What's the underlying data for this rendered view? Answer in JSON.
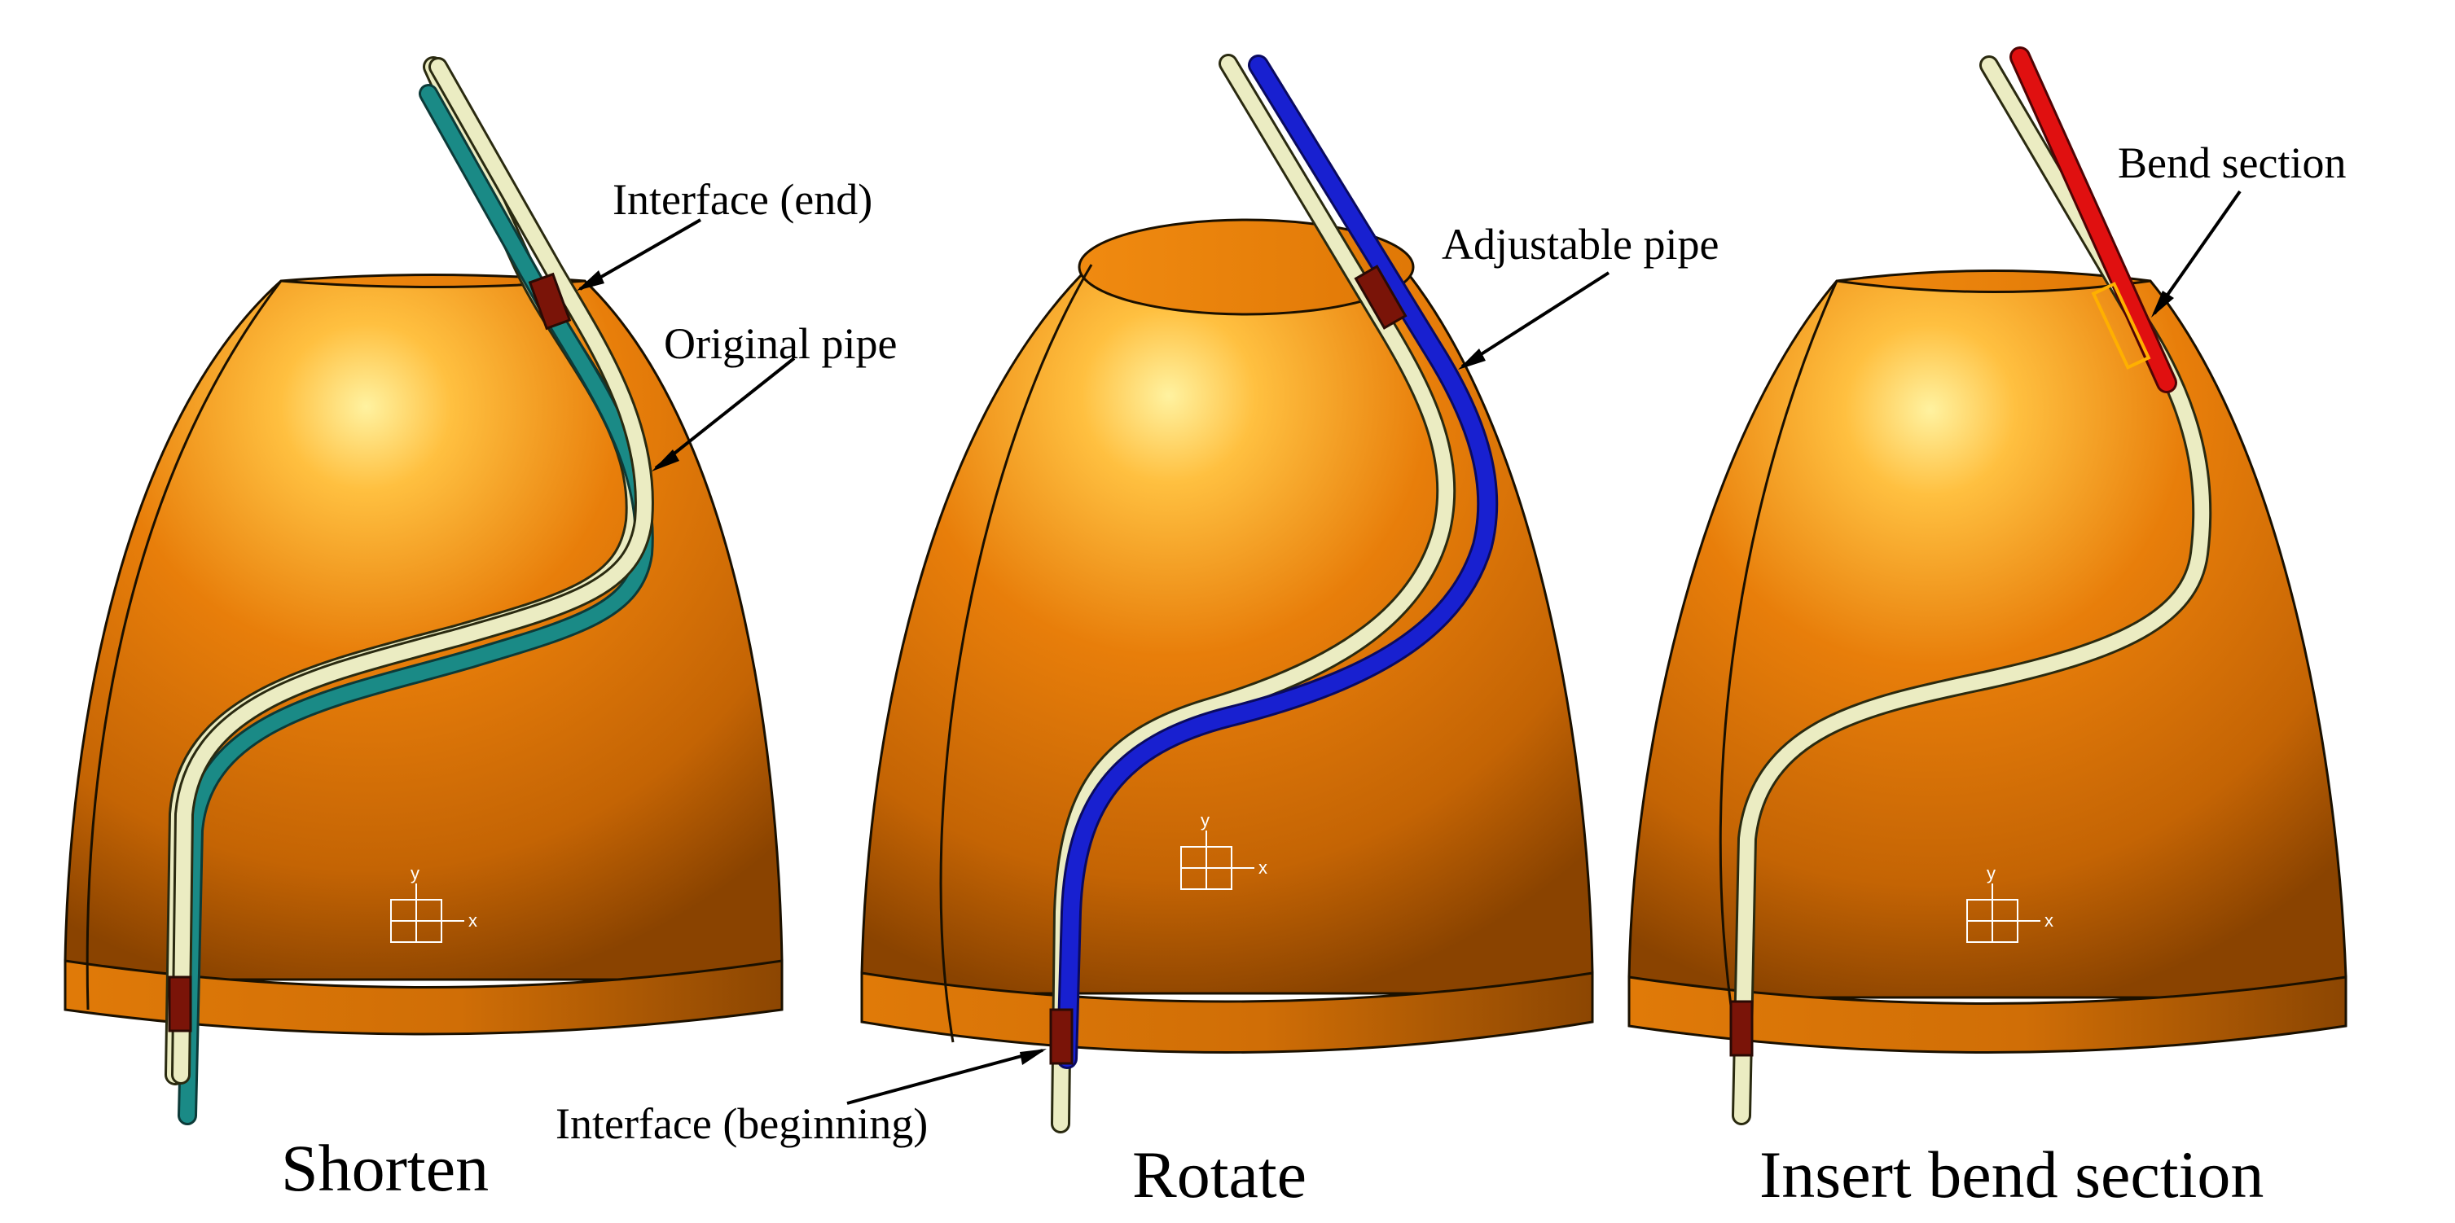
{
  "colors": {
    "body_orange": "#e27a08",
    "body_light": "#ffd86a",
    "body_dark": "#8a4300",
    "original_pipe": "#ebecc2",
    "shortened_pipe": "#1a8a86",
    "adjustable_pipe": "#1820d0",
    "bend_section_pipe": "#e01010",
    "interface": "#7a1408"
  },
  "panels": [
    {
      "caption": "Shorten"
    },
    {
      "caption": "Rotate"
    },
    {
      "caption": "Insert bend section"
    }
  ],
  "annotations": {
    "interface_end": "Interface (end)",
    "original_pipe": "Original pipe",
    "adjustable_pipe": "Adjustable pipe",
    "bend_section": "Bend section",
    "interface_beginning": "Interface (beginning)"
  },
  "axis": {
    "x": "x",
    "y": "y"
  }
}
